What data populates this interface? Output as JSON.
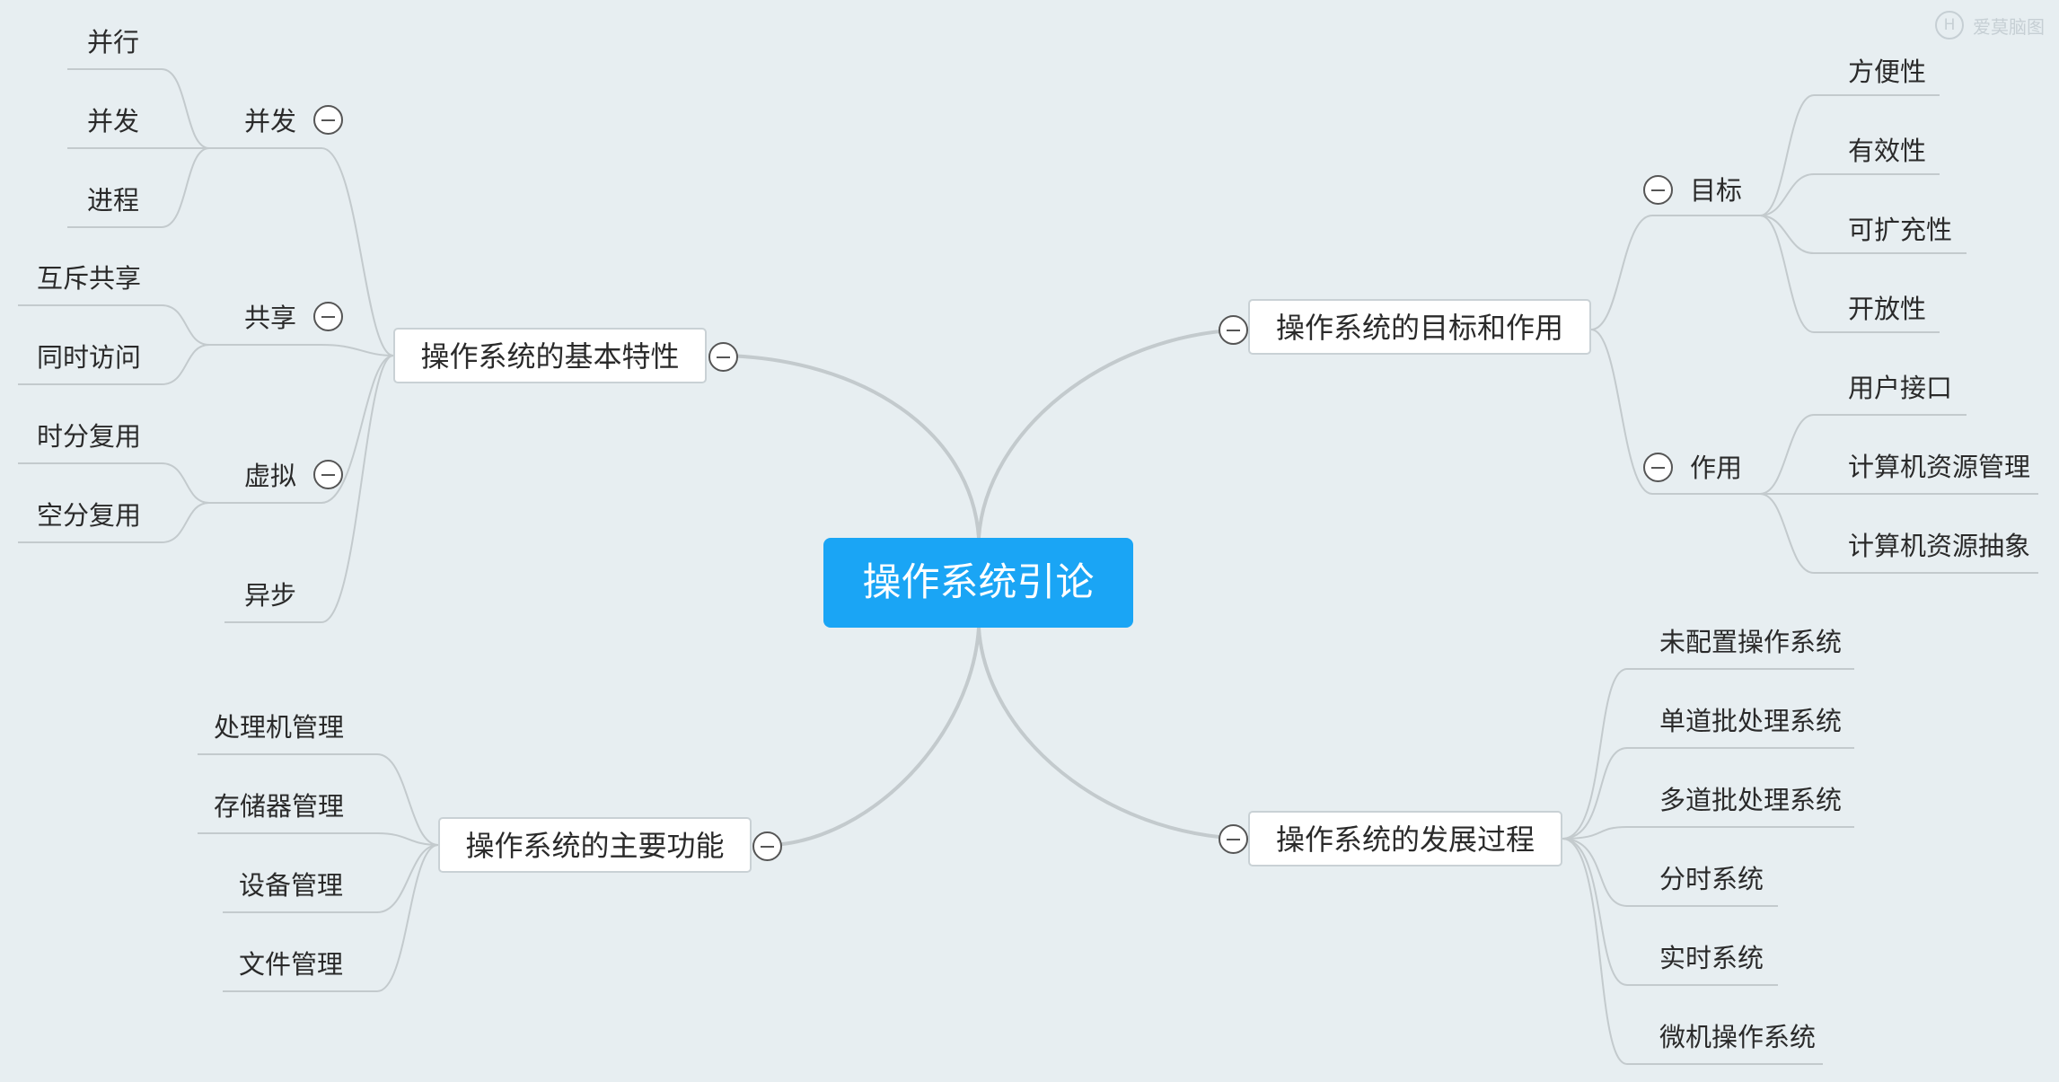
{
  "root": "操作系统引论",
  "watermark": {
    "icon": "H",
    "text": "爱莫脑图"
  },
  "branch_basic": {
    "title": "操作系统的基本特性",
    "concurrency": {
      "label": "并发",
      "items": [
        "并行",
        "并发",
        "进程"
      ]
    },
    "sharing": {
      "label": "共享",
      "items": [
        "互斥共享",
        "同时访问"
      ]
    },
    "virtual": {
      "label": "虚拟",
      "items": [
        "时分复用",
        "空分复用"
      ]
    },
    "async": {
      "label": "异步"
    }
  },
  "branch_goals": {
    "title": "操作系统的目标和作用",
    "goals": {
      "label": "目标",
      "items": [
        "方便性",
        "有效性",
        "可扩充性",
        "开放性"
      ]
    },
    "roles": {
      "label": "作用",
      "items": [
        "用户接口",
        "计算机资源管理",
        "计算机资源抽象"
      ]
    }
  },
  "branch_functions": {
    "title": "操作系统的主要功能",
    "items": [
      "处理机管理",
      "存储器管理",
      "设备管理",
      "文件管理"
    ]
  },
  "branch_history": {
    "title": "操作系统的发展过程",
    "items": [
      "未配置操作系统",
      "单道批处理系统",
      "多道批处理系统",
      "分时系统",
      "实时系统",
      "微机操作系统"
    ]
  }
}
